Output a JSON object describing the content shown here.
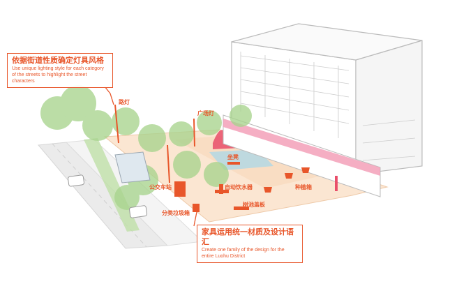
{
  "callout_lighting": {
    "title": "依据街道性质确定灯具风格",
    "subtitle": "Use unique lighting style for each category of the streets to highlight the street characters"
  },
  "callout_furniture": {
    "title": "家具运用统一材质及设计语汇",
    "subtitle": "Create one family of the design for the entire Luohu District"
  },
  "labels": {
    "street_lamp": "路灯",
    "plaza_lamp": "广场灯",
    "seating": "坐凳",
    "bus_stop": "公交车站",
    "water_fountain": "自动饮水器",
    "tree_grate": "树池盖板",
    "planter_box": "种植箱",
    "recycling_bin": "分类垃圾箱"
  },
  "colors": {
    "accent": "#e8562a",
    "paving": "#fbe6d2",
    "tree_green": "#9fcf86",
    "road": "#e6e6e6",
    "building": "#ffffff",
    "pink_band": "#f3a0b8"
  }
}
